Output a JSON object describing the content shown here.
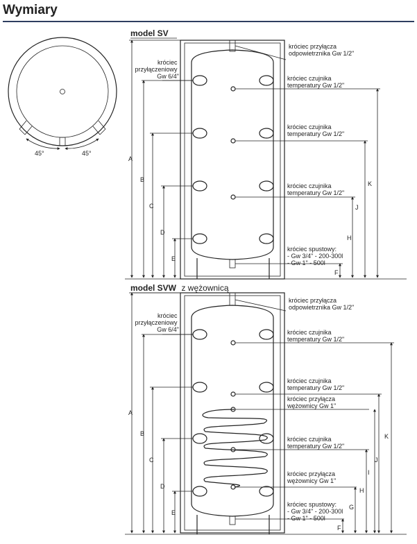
{
  "page": {
    "title": "Wymiary"
  },
  "top_view": {
    "angle_left": "45°",
    "angle_right": "45°"
  },
  "sv": {
    "heading_bold": "model SV",
    "heading_rest": "",
    "connector_label_lines": [
      "króciec",
      "przyłączeniowy",
      "Gw 6/4\""
    ],
    "callouts": [
      {
        "lines": [
          "króciec przyłącza",
          "odpowietrznika Gw 1/2\""
        ]
      },
      {
        "lines": [
          "króciec czujnika",
          "temperatury Gw 1/2\""
        ]
      },
      {
        "lines": [
          "króciec czujnika",
          "temperatury Gw 1/2\""
        ]
      },
      {
        "lines": [
          "króciec czujnika",
          "temperatury Gw 1/2\""
        ]
      },
      {
        "lines": [
          "króciec spustowy:",
          "- Gw 3/4\" - 200-300l",
          "- Gw 1\" - 500l"
        ]
      }
    ],
    "dims_left": [
      "A",
      "B",
      "C",
      "D",
      "E"
    ],
    "dims_right": [
      "K",
      "J",
      "H",
      "F"
    ]
  },
  "svw": {
    "heading_bold": "model SVW",
    "heading_rest": "z wężownicą",
    "connector_label_lines": [
      "króciec",
      "przyłączeniowy",
      "Gw 6/4\""
    ],
    "callouts": [
      {
        "lines": [
          "króciec przyłącza",
          "odpowietrznika Gw 1/2\""
        ]
      },
      {
        "lines": [
          "króciec czujnika",
          "temperatury Gw 1/2\""
        ]
      },
      {
        "lines": [
          "króciec czujnika",
          "temperatury Gw 1/2\""
        ]
      },
      {
        "lines": [
          "króciec przyłącza",
          "wężownicy Gw 1\""
        ]
      },
      {
        "lines": [
          "króciec czujnika",
          "temperatury Gw 1/2\""
        ]
      },
      {
        "lines": [
          "króciec przyłącza",
          "wężownicy Gw 1\""
        ]
      },
      {
        "lines": [
          "króciec spustowy:",
          "- Gw 3/4\" - 200-300l",
          "- Gw 1\" - 500l"
        ]
      }
    ],
    "dims_left": [
      "A",
      "B",
      "C",
      "D",
      "E"
    ],
    "dims_right": [
      "K",
      "J",
      "I",
      "H",
      "G",
      "F"
    ]
  }
}
